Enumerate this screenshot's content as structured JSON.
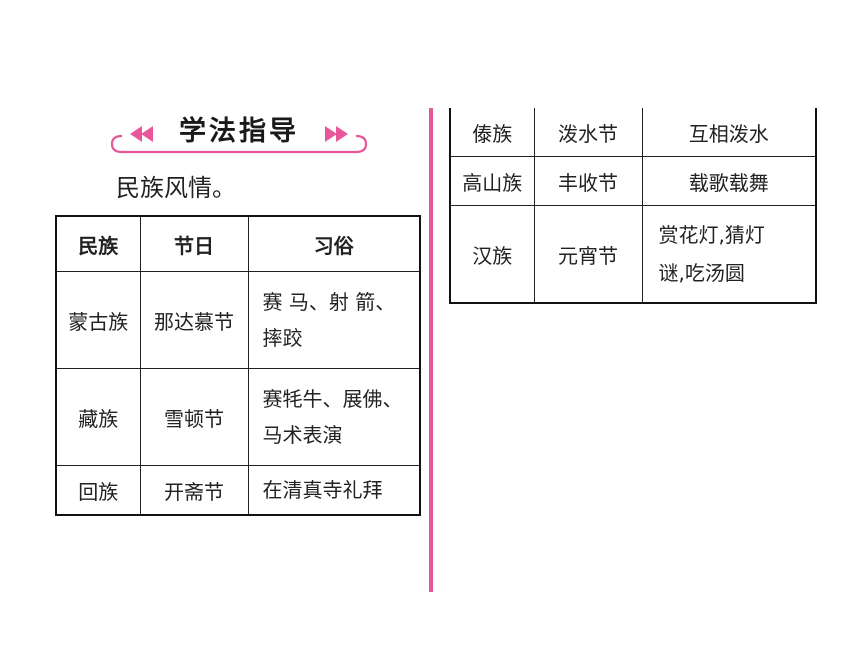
{
  "heading": {
    "title": "学法指导"
  },
  "intro": "民族风情。",
  "table_left": {
    "headers": [
      "民族",
      "节日",
      "习俗"
    ],
    "rows": [
      [
        "蒙古族",
        "那达慕节",
        "赛 马、射 箭、",
        "摔跤"
      ],
      [
        "藏族",
        "雪顿节",
        "赛牦牛、展佛、",
        "马术表演"
      ],
      [
        "回族",
        "开斋节",
        "在清真寺礼拜"
      ]
    ]
  },
  "table_right": {
    "rows": [
      [
        "傣族",
        "泼水节",
        "互相泼水"
      ],
      [
        "高山族",
        "丰收节",
        "载歌载舞"
      ],
      [
        "汉族",
        "元宵节",
        "赏花灯,猜灯",
        "谜,吃汤圆"
      ]
    ]
  },
  "colors": {
    "accent": "#e8579a",
    "border": "#111111"
  }
}
